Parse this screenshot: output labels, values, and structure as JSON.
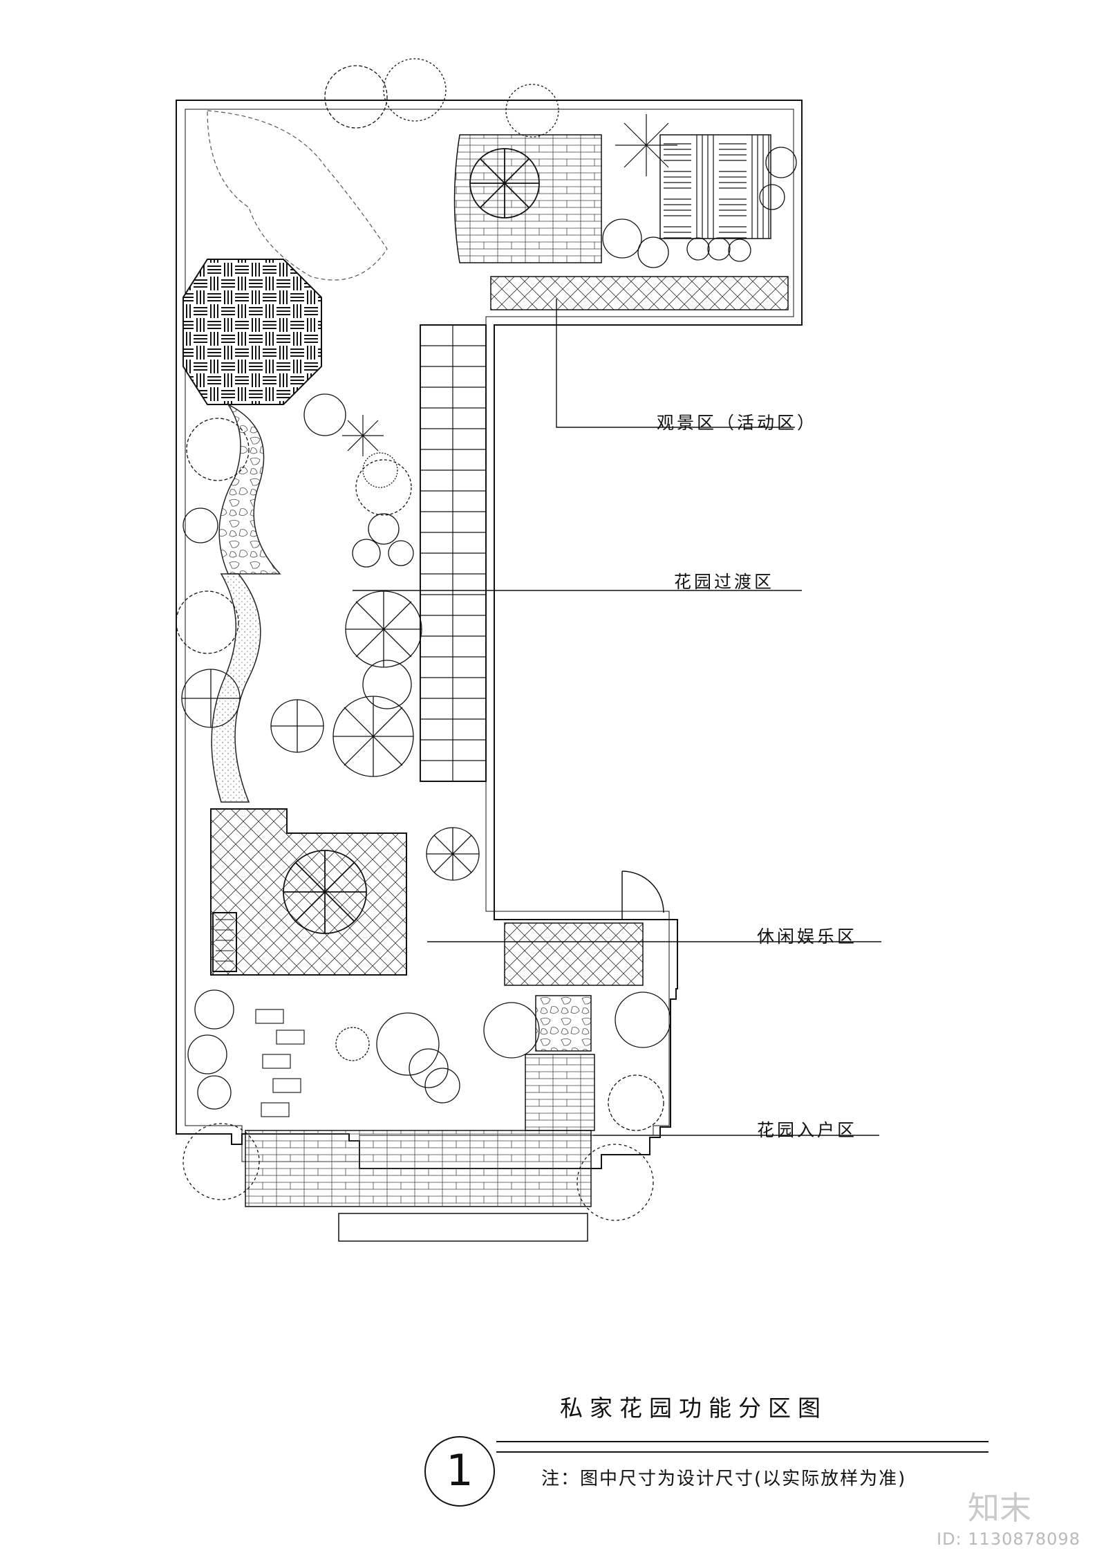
{
  "zones": {
    "viewing": "观景区（活动区）",
    "transition": "花园过渡区",
    "leisure": "休闲娱乐区",
    "entrance": "花园入户区"
  },
  "footer": {
    "drawing_number": "1",
    "title": "私家花园功能分区图",
    "note": "注：图中尺寸为设计尺寸(以实际放样为准)"
  },
  "watermark": {
    "brand": "知末",
    "id": "ID: 1130878098"
  },
  "colors": {
    "line": "#111111",
    "watermark": "#c9c9c9"
  }
}
